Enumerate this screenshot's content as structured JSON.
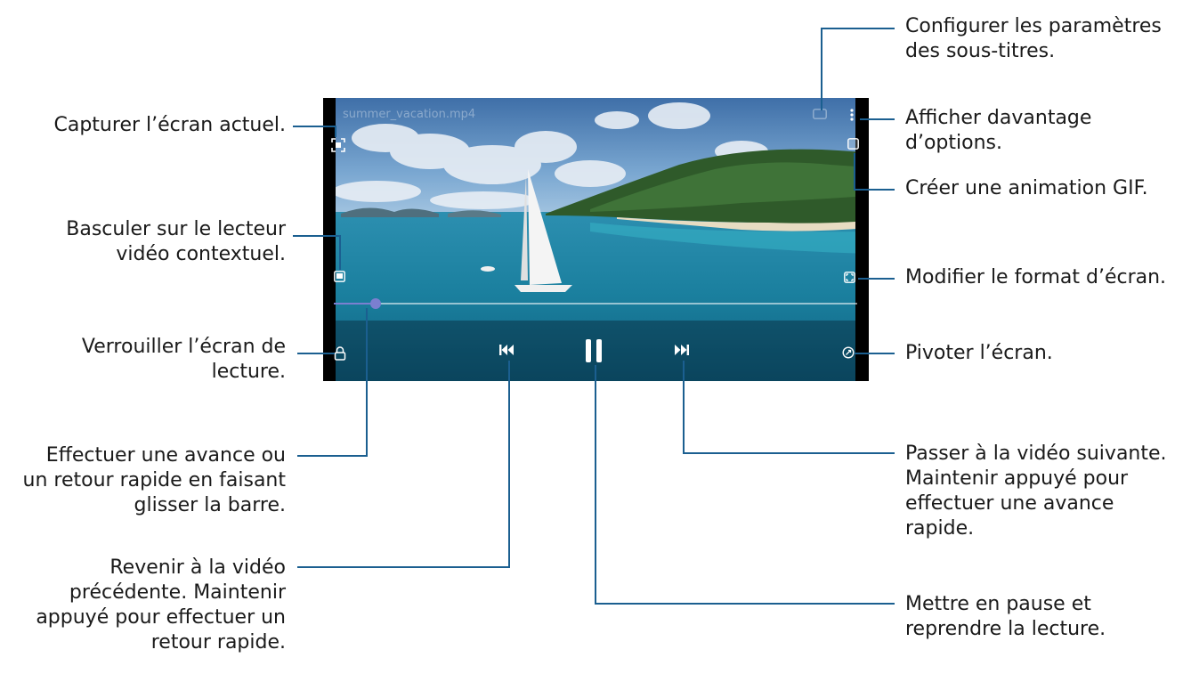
{
  "video": {
    "filename": "summer_vacation.mp4",
    "progress_percent": 8
  },
  "callouts": {
    "capture": "Capturer l’écran actuel.",
    "popup_player": "Basculer sur le lecteur vidéo contextuel.",
    "lock": "Verrouiller l’écran de lecture.",
    "seek": "Effectuer une avance ou un retour rapide en faisant glisser la barre.",
    "previous": "Revenir à la vidéo précédente. Maintenir appuyé pour effectuer un retour rapide.",
    "subtitles": "Configurer les paramètres des sous-titres.",
    "more_options": "Afficher davantage d’options.",
    "gif": "Créer une animation GIF.",
    "ratio": "Modifier le format d’écran.",
    "rotate": "Pivoter l’écran.",
    "next": "Passer à la vidéo suivante. Maintenir appuyé pour effectuer une avance rapide.",
    "pause": "Mettre en pause et reprendre la lecture."
  },
  "colors": {
    "leader_line": "#1b5f90",
    "text": "#1a1a1a",
    "seek_thumb": "#7b7fd0"
  },
  "icons": {
    "capture": "screen-capture-icon",
    "popup": "popup-player-icon",
    "lock": "lock-icon",
    "previous": "skip-previous-icon",
    "pause": "pause-icon",
    "next": "skip-next-icon",
    "rotate": "rotate-icon",
    "ratio": "screen-ratio-icon",
    "gif": "gif-icon",
    "more": "more-options-icon",
    "subtitles": "subtitles-icon"
  }
}
